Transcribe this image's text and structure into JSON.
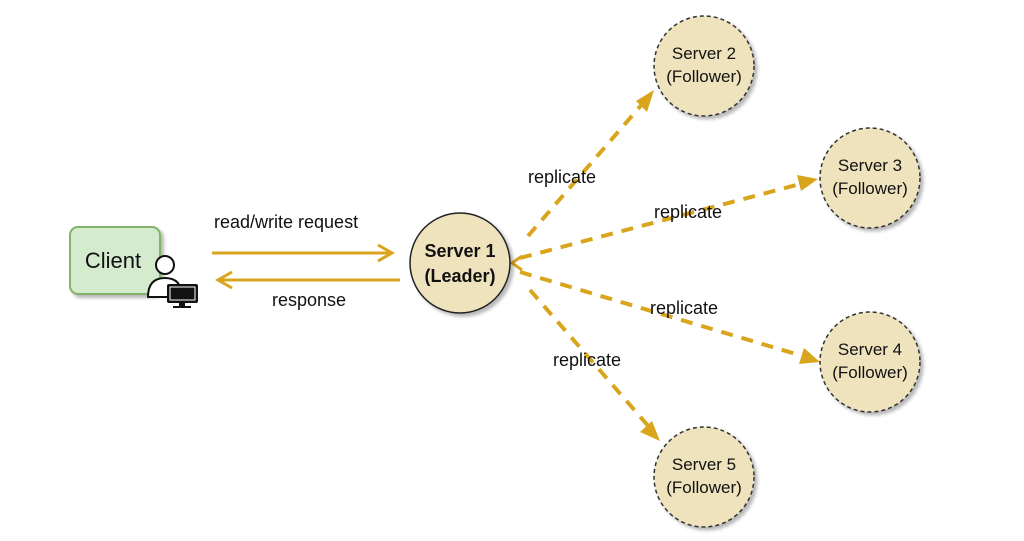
{
  "colors": {
    "arrow": "#d9a51c",
    "follower_fill": "#efe3bd",
    "leader_fill": "#efe3bd",
    "client_fill": "#d5ebcd",
    "client_border": "#82b366",
    "node_border": "#333333"
  },
  "client": {
    "label": "Client",
    "icon": "user-computer-icon"
  },
  "leader": {
    "line1": "Server 1",
    "line2": "(Leader)"
  },
  "followers": [
    {
      "line1": "Server 2",
      "line2": "(Follower)"
    },
    {
      "line1": "Server 3",
      "line2": "(Follower)"
    },
    {
      "line1": "Server 4",
      "line2": "(Follower)"
    },
    {
      "line1": "Server 5",
      "line2": "(Follower)"
    }
  ],
  "edges": {
    "request": "read/write request",
    "response": "response",
    "replicate_2": "replicate",
    "replicate_3": "replicate",
    "replicate_4": "replicate",
    "replicate_5": "replicate"
  }
}
